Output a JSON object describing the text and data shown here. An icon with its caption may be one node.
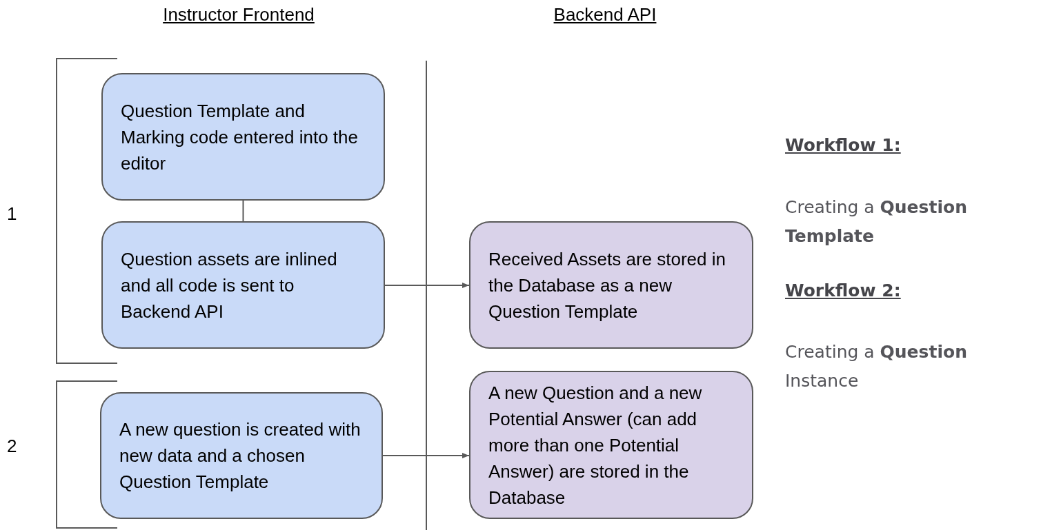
{
  "diagram": {
    "nodes": [
      {
        "text": [
          "Question Template and Marking code entered into the editor"
        ]
      },
      {
        "text": [
          "Question assets are inlined and all code is sent to Backend API"
        ]
      },
      {
        "text": [
          "Received Assets are stored in the Database as a new Question Template"
        ]
      },
      {
        "text": [
          "A new question is created with new data and a chosen Question Template"
        ]
      },
      {
        "text": [
          "A new Question and a new Potential Answer (can add more than one Potential Answer) are stored in the Database"
        ]
      }
    ],
    "edges": [
      {
        "from": 0,
        "to": 1,
        "arrow": "none"
      },
      {
        "from": 1,
        "to": 2,
        "arrow": "to"
      },
      {
        "from": 3,
        "to": 4,
        "arrow": "to"
      }
    ],
    "labels": [
      "Instructor Frontend",
      "Backend API",
      "1",
      "2",
      "Workflow 1:",
      "Creating a **Question Template**",
      "Workflow 2:",
      "Creating a **Question** Instance"
    ]
  }
}
